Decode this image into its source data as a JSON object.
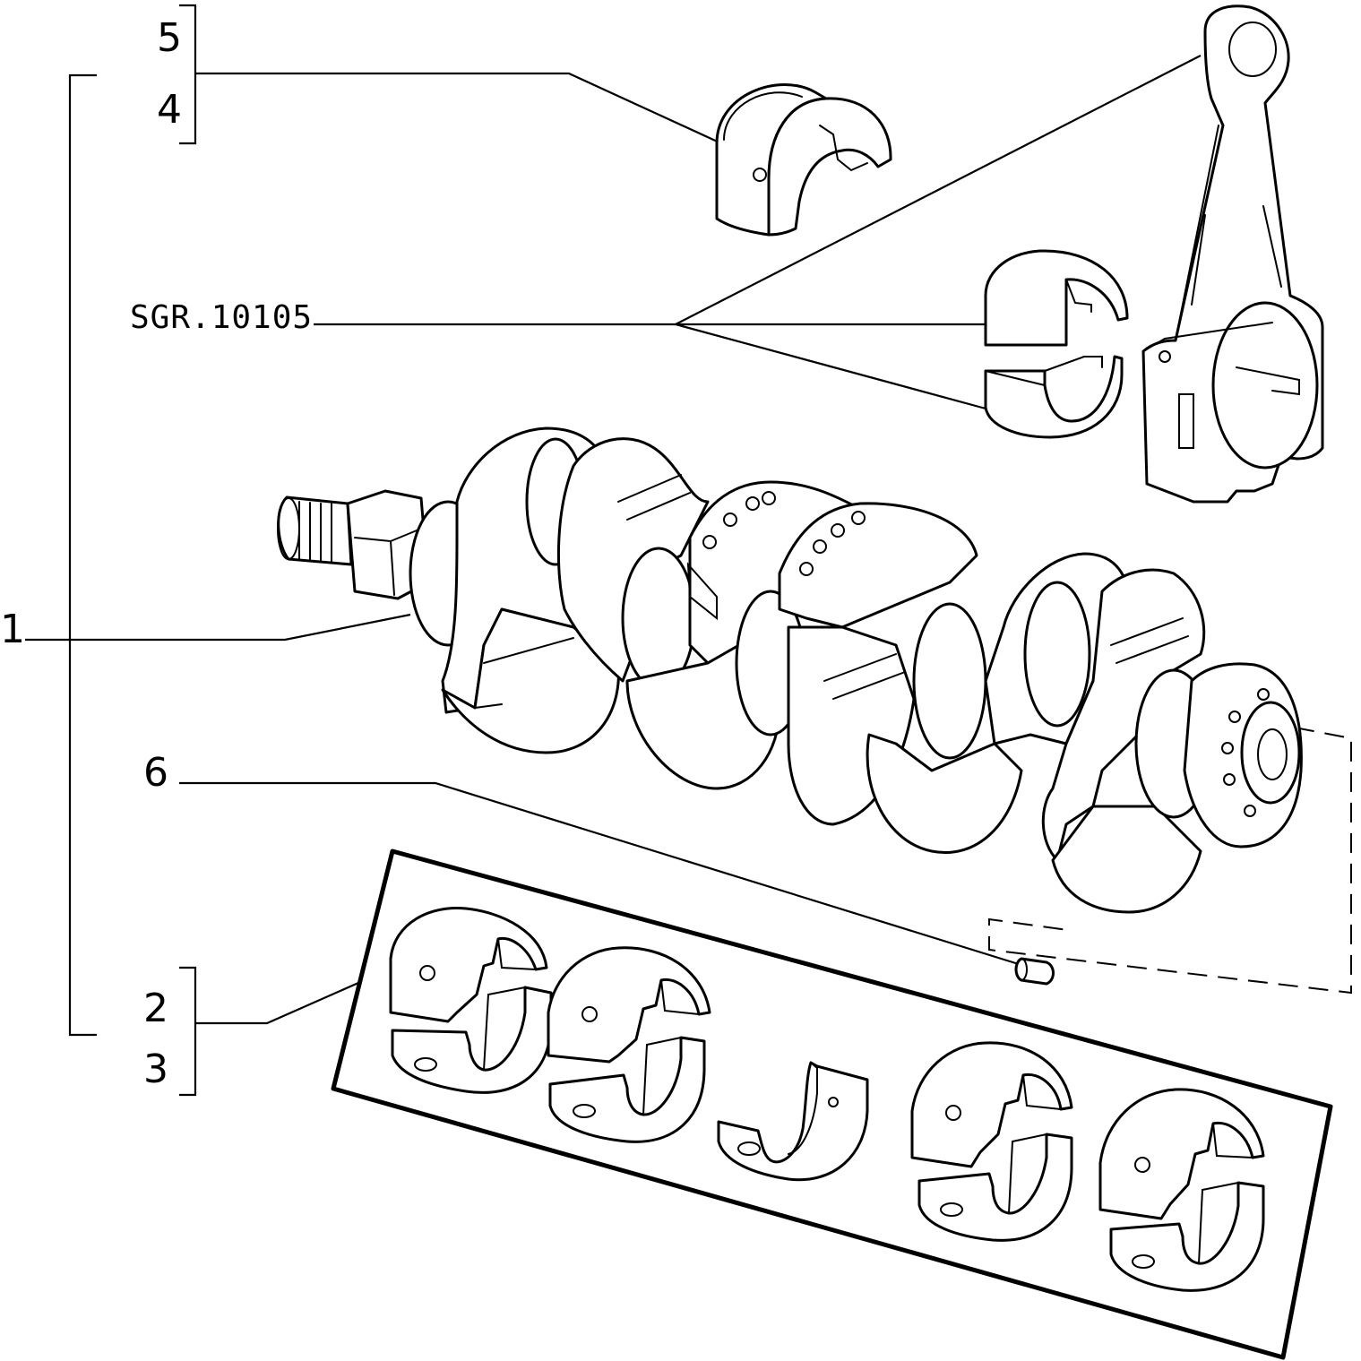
{
  "callouts": {
    "c1": "1",
    "c2": "2",
    "c3": "3",
    "c4": "4",
    "c5": "5",
    "c6": "6",
    "ref": "SGR.10105"
  },
  "colors": {
    "ink": "#000000",
    "paper": "#ffffff"
  }
}
